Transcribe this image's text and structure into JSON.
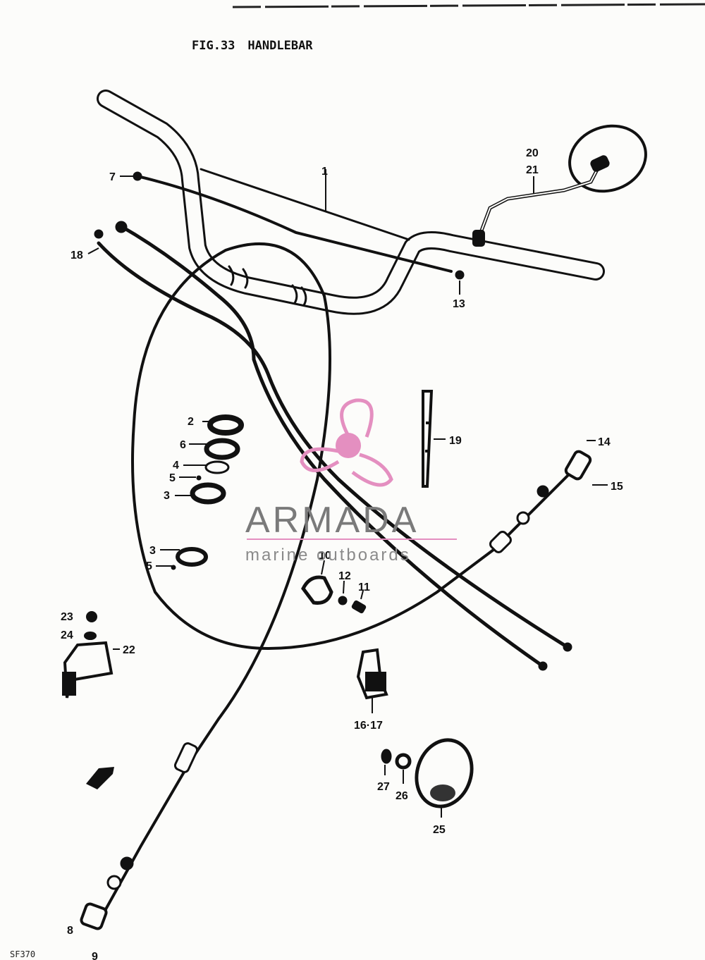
{
  "header": {
    "fig_label": "FIG.33",
    "fig_title": "HANDLEBAR"
  },
  "footer": {
    "page_code": "SF370"
  },
  "watermark": {
    "brand": "ARMADA",
    "tagline": "marine outboards",
    "logo_color": "#e48fc0",
    "text_color": "#7a7a7a"
  },
  "callouts": {
    "n1": "1",
    "n2": "2",
    "n3a": "3",
    "n3b": "3",
    "n4": "4",
    "n5a": "5",
    "n5b": "5",
    "n6": "6",
    "n7": "7",
    "n8": "8",
    "n9": "9",
    "n10": "10",
    "n11": "11",
    "n12": "12",
    "n13": "13",
    "n14": "14",
    "n15": "15",
    "n16_17": "16·17",
    "n18": "18",
    "n19": "19",
    "n20": "20",
    "n21": "21",
    "n22": "22",
    "n23": "23",
    "n24": "24",
    "n25": "25",
    "n26": "26",
    "n27": "27"
  }
}
